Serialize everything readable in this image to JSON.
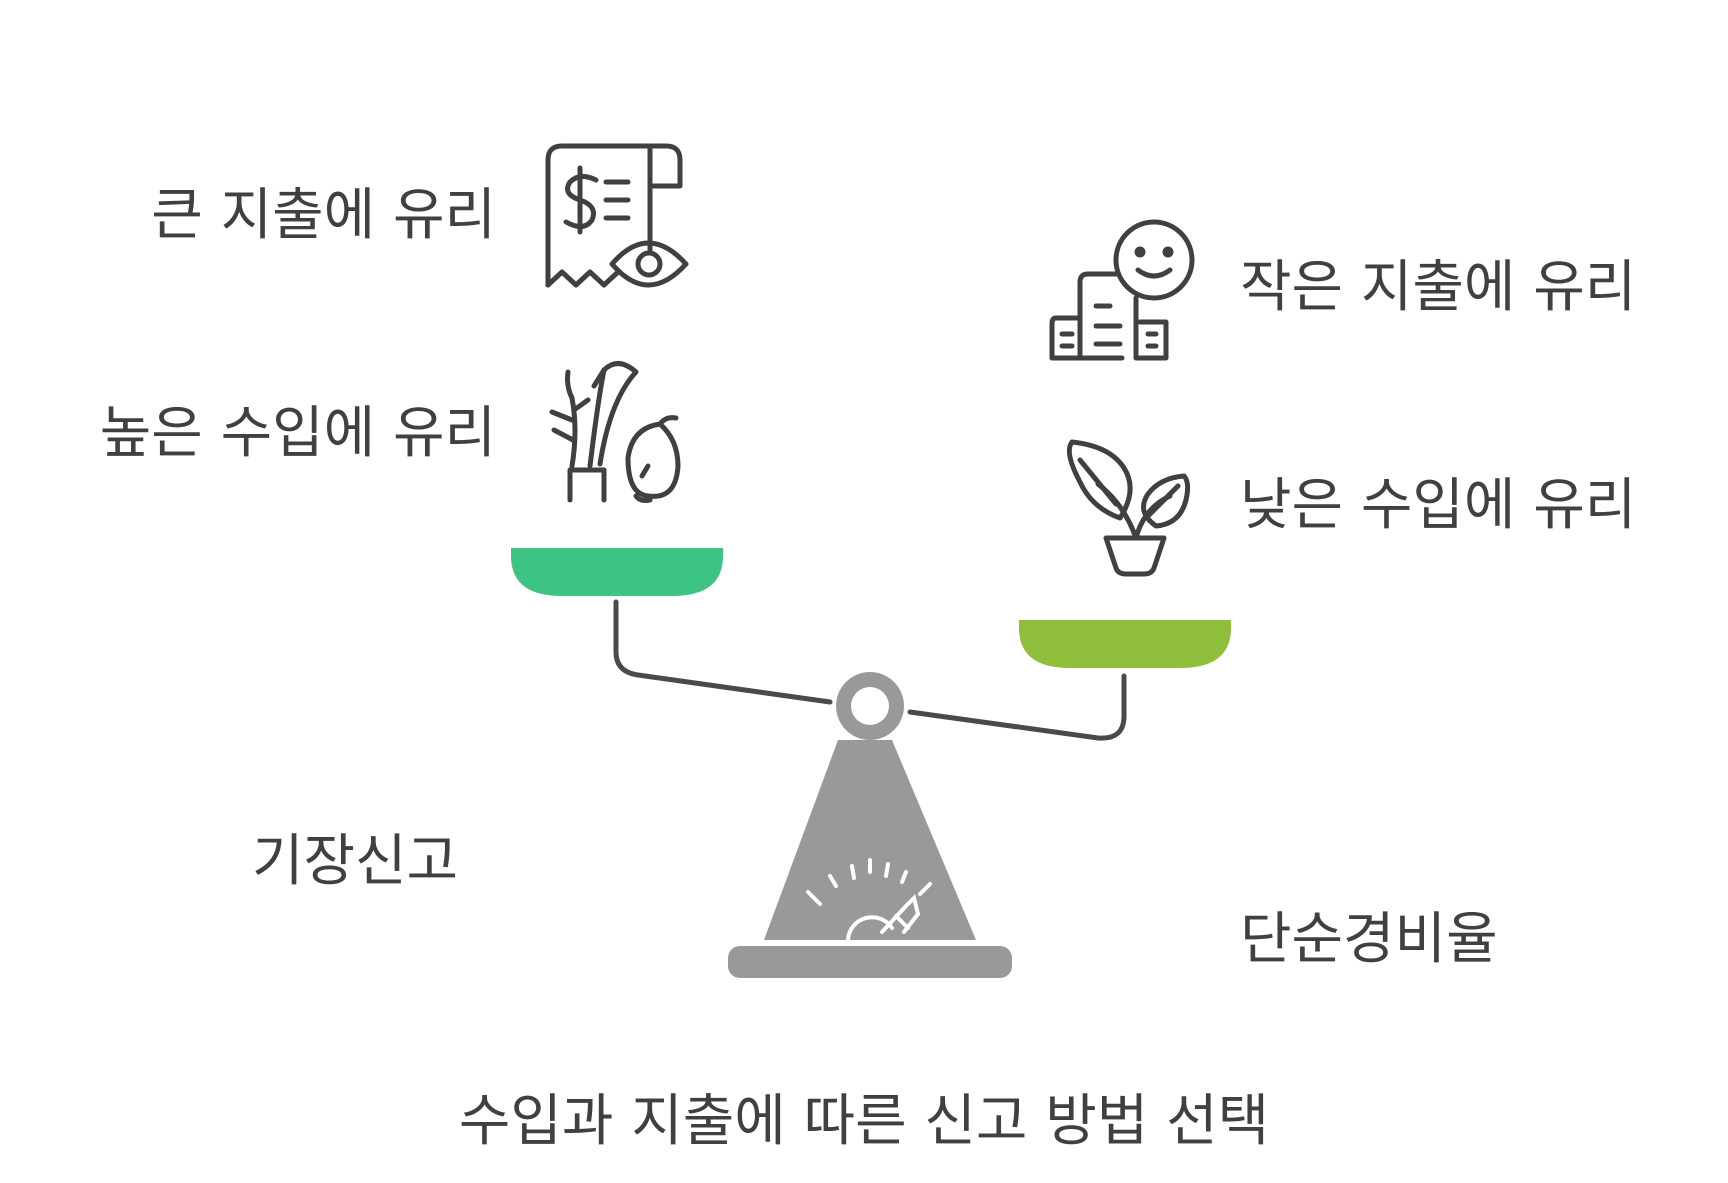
{
  "labels": {
    "left_expense": "큰 지출에 유리",
    "left_income": "높은 수입에 유리",
    "left_method": "기장신고",
    "right_expense": "작은 지출에 유리",
    "right_income": "낮은 수입에 유리",
    "right_method": "단순경비율",
    "caption": "수입과 지출에 따른 신고 방법 선택"
  },
  "icons": {
    "left_expense": "receipt-eye-icon",
    "left_income": "plants-icon",
    "right_expense": "ledger-smile-icon",
    "right_income": "potted-plant-icon"
  },
  "colors": {
    "text": "#404040",
    "icon_stroke": "#404040",
    "left_pan": "#3DC483",
    "right_pan": "#8FBF3A",
    "scale_gray": "#999999",
    "beam": "#4a4a4a"
  }
}
